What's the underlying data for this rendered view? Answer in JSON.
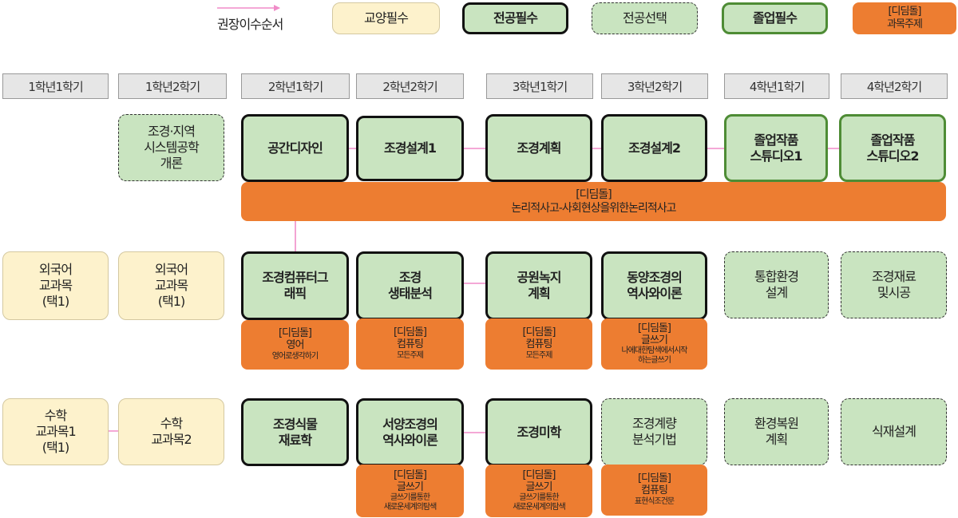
{
  "legend": {
    "arrow_label": "권장이수순서",
    "liberal": "교양필수",
    "major_required": "전공필수",
    "major_elective": "전공선택",
    "graduation": "졸업필수",
    "stepping": "[디딤돌]\n과목주제"
  },
  "semesters": [
    "1학년1학기",
    "1학년2학기",
    "2학년1학기",
    "2학년2학기",
    "3학년1학기",
    "3학년2학기",
    "4학년1학기",
    "4학년2학기"
  ],
  "courses": {
    "landscape_systems": "조경·지역\n시스템공학\n개론",
    "space_design": "공간디자인",
    "landscape_design1": "조경설계1",
    "landscape_planning": "조경계획",
    "landscape_design2": "조경설계2",
    "grad_studio1": "졸업작품\n스튜디오1",
    "grad_studio2": "졸업작품\n스튜디오2",
    "foreign1": "외국어\n교과목\n(택1)",
    "foreign2": "외국어\n교과목\n(택1)",
    "computer_graphics": "조경컴퓨터그\n래픽",
    "ecology": "조경\n생태분석",
    "park_planning": "공원녹지\n계획",
    "eastern_history": "동양조경의\n역사와이론",
    "integrated_env": "통합환경\n설계",
    "materials": "조경재료\n및시공",
    "math1": "수학\n교과목1\n(택1)",
    "math2": "수학\n교과목2",
    "plant_materials": "조경식물\n재료학",
    "western_history": "서양조경의\n역사와이론",
    "aesthetics": "조경미학",
    "quant_analysis": "조경계량\n분석기법",
    "env_restoration": "환경복원\n계획",
    "planting_design": "식재설계"
  },
  "big_stepping": {
    "line1": "[디딤돌]",
    "line2": "논리적사고-사회현상을위한논리적사고"
  },
  "stepping": {
    "cg": {
      "t1": "[디딤돌]",
      "t2": "영어",
      "t3": "영어로생각하기"
    },
    "eco": {
      "t1": "[디딤돌]",
      "t2": "컴퓨팅",
      "t3": "모든주제"
    },
    "park": {
      "t1": "[디딤돌]",
      "t2": "컴퓨팅",
      "t3": "모든주제"
    },
    "eastern": {
      "t1": "[디딤돌]",
      "t2": "글쓰기",
      "t3": "나에대한탐색에서시작\n하는글쓰기"
    },
    "western": {
      "t1": "[디딤돌]",
      "t2": "글쓰기",
      "t3": "글쓰기를통한\n새로운세계의탐색"
    },
    "aesth": {
      "t1": "[디딤돌]",
      "t2": "글쓰기",
      "t3": "글쓰기를통한\n새로운세계의탐색"
    },
    "quant": {
      "t1": "[디딤돌]",
      "t2": "컴퓨팅",
      "t3": "표현식조건문"
    }
  },
  "colors": {
    "liberal_fill": "#fdf2cc",
    "major_fill": "#c9e4c0",
    "graduation_border": "#4e8c35",
    "stepping_fill": "#ed7d31",
    "arrow": "#f08cc8",
    "semester_fill": "#e6e6e6"
  }
}
